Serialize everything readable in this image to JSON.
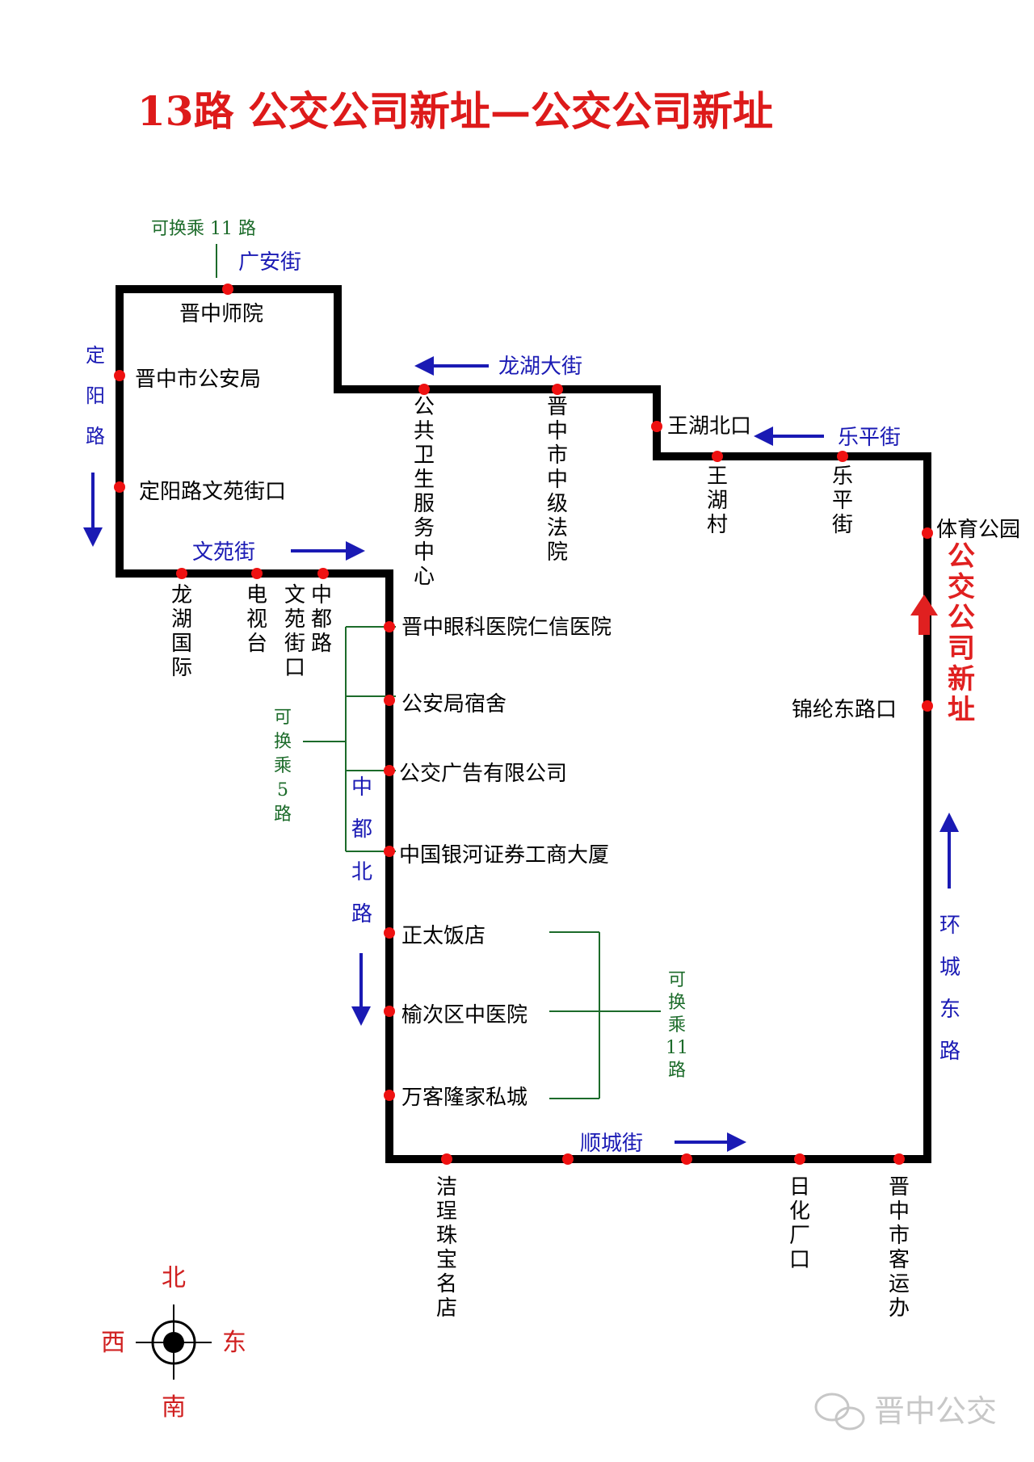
{
  "title": "13路  公交公司新址—公交公司新址",
  "colors": {
    "route": "#000000",
    "stop": "#ee1111",
    "street": "#1a1ab4",
    "transfer": "#1c6b2a",
    "terminal": "#e02020",
    "compass": "#d02020"
  },
  "stops": {
    "jinzhong_normal": "晋中师院",
    "public_security": "晋中市公安局",
    "dingyang_wenyuan": "定阳路文苑街口",
    "gonggong_weisheng": "公共卫生服务中心",
    "intermediate_court": "晋中市中级法院",
    "wanghu_north": "王湖北口",
    "wanghu_village": "王湖村",
    "leping_street": "乐平街",
    "sports_park": "体育公园",
    "jinlun_east": "锦纶东路口",
    "longhu_intl": "龙湖国际",
    "tv_station": "电视台",
    "wenyuan_zhongdu": "文苑街口",
    "zhongdu_road": "中都路",
    "eye_hospital": "晋中眼科医院仁信医院",
    "psb_dorm": "公安局宿舍",
    "bus_ad": "公交广告有限公司",
    "galaxy": "中国银河证券工商大厦",
    "zhengtai": "正太饭店",
    "tcm_hospital": "榆次区中医院",
    "wanke": "万客隆家私城",
    "jiecheng": "洁珵珠宝名店",
    "rihua": "日化厂口",
    "bus_terminal": "晋中市客运办"
  },
  "streets": {
    "guangan": "广安街",
    "dingyang": "定阳路",
    "longhu": "龙湖大街",
    "leping": "乐平街",
    "wenyuan": "文苑街",
    "zhongdu_north": "中都北路",
    "huancheng_east": "环城东路",
    "shuncheng": "顺城街"
  },
  "transfers": {
    "t11_top": "可换乘 11 路",
    "t5": "可换乘5路",
    "t11_right": "可换乘11路"
  },
  "terminal_label": "公交公司新址",
  "compass": {
    "north": "北",
    "south": "南",
    "east": "东",
    "west": "西"
  },
  "watermark": "晋中公交"
}
